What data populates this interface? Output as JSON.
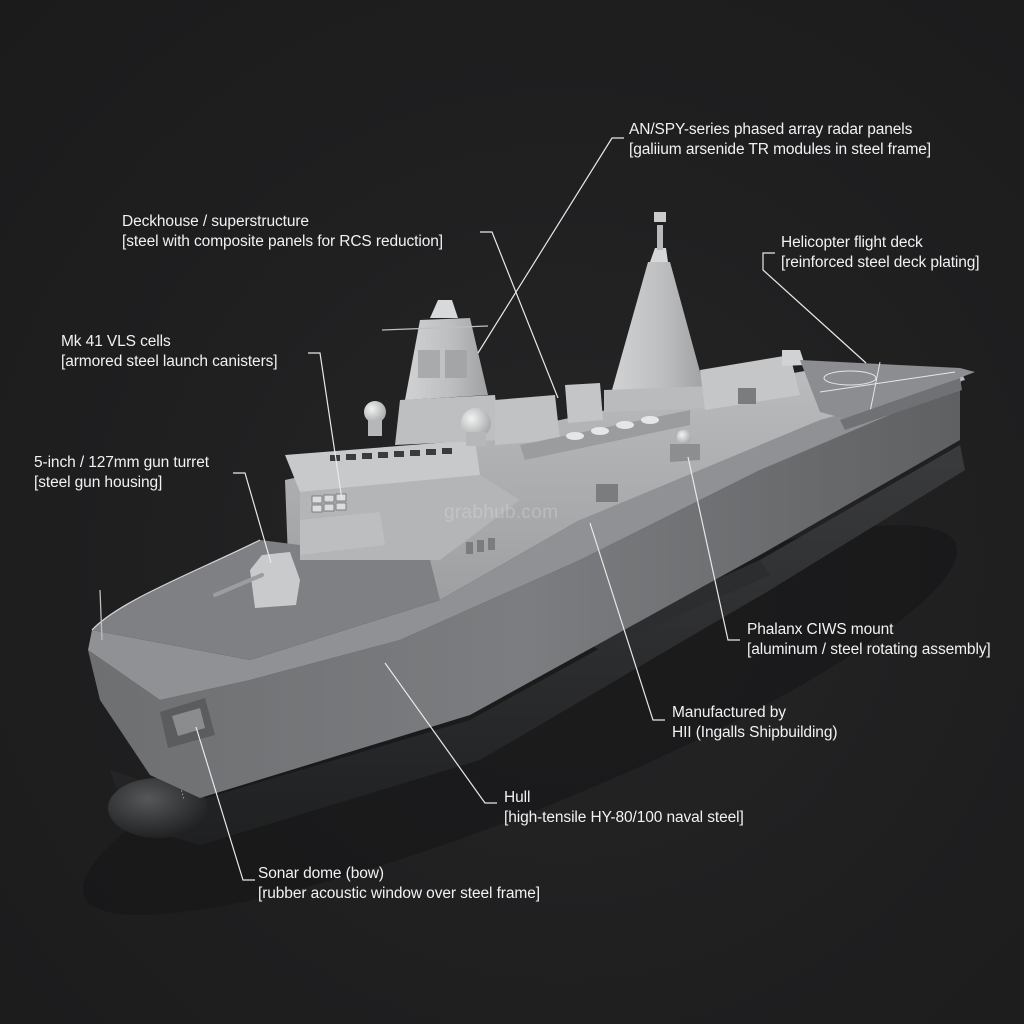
{
  "diagram": {
    "subject": "Amphibious transport dock ship (3D render)",
    "background_color": "#1e1e1f",
    "label_color": "#f2f2f2",
    "leader_color": "#e8e8e8",
    "watermark": "grabhub.com"
  },
  "callouts": [
    {
      "id": "radar",
      "title": "AN/SPY-series phased array radar panels",
      "material": "[galiium arsenide TR modules in steel frame]"
    },
    {
      "id": "deckhouse",
      "title": "Deckhouse / superstructure",
      "material": "[steel with composite panels for RCS reduction]"
    },
    {
      "id": "flight-deck",
      "title": "Helicopter flight deck",
      "material": "[reinforced steel deck plating]"
    },
    {
      "id": "vls",
      "title": "Mk 41 VLS cells",
      "material": "[armored steel launch canisters]"
    },
    {
      "id": "gun",
      "title": "5-inch / 127mm gun turret",
      "material": "[steel gun housing]"
    },
    {
      "id": "ciws",
      "title": "Phalanx CIWS mount",
      "material": "[aluminum / steel rotating assembly]"
    },
    {
      "id": "manufacturer",
      "title": "Manufactured by",
      "material": "HII (Ingalls Shipbuilding)"
    },
    {
      "id": "hull",
      "title": "Hull",
      "material": "[high-tensile HY-80/100 naval steel]"
    },
    {
      "id": "sonar",
      "title": "Sonar dome (bow)",
      "material": "[rubber acoustic window over steel frame]"
    }
  ]
}
